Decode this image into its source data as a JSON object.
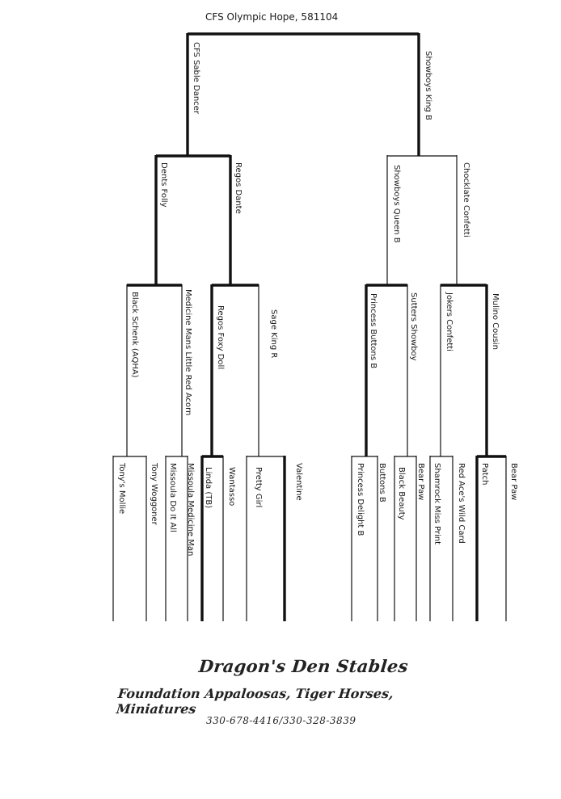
{
  "pedigree": {
    "root": "CFS Olympic Hope, 581104",
    "gen1": [
      "CFS Sable Dancer",
      "Showboys King B"
    ],
    "gen2": [
      "Dents Folly",
      "Regos Dante",
      "Showboys Queen B",
      "Chocklate Confetti"
    ],
    "gen3": [
      "Black Schenk (AQHA)",
      "Medicine Mans Little Red Acorn",
      "Regos Foxy Doll",
      "Sage King R",
      "Princess Buttons B",
      "Sutters Showboy",
      "Jokers Confetti",
      "Mulino Cousin"
    ],
    "gen4": [
      "Tony's Mollie",
      "Tony Woggoner",
      "Missoula Do It All",
      "Missoula Medicine Man",
      "Linda (TB)",
      "Wantasso",
      "Pretty Girl",
      "Valentine",
      "Princess Delight B",
      "Buttons B",
      "Black Beauty",
      "Bear Paw",
      "Shamrock Miss Print",
      "Red Ace's Wild Card",
      "Patch",
      "Bear Paw"
    ]
  },
  "footer": {
    "title": "Dragon's Den Stables",
    "subtitle": "Foundation Appaloosas, Tiger Horses, Miniatures",
    "phone": "330-678-4416/330-328-3839"
  }
}
